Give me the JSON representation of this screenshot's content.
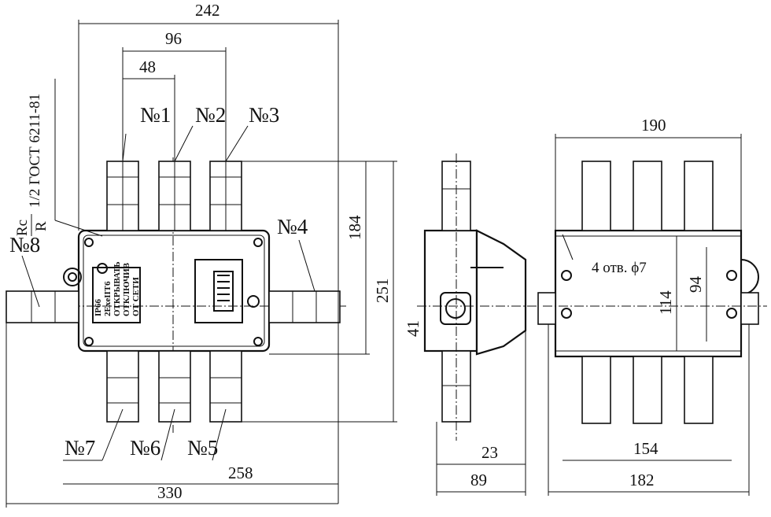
{
  "dimensions": {
    "d242": "242",
    "d96": "96",
    "d48": "48",
    "d184": "184",
    "d251": "251",
    "d41": "41",
    "d23": "23",
    "d89": "89",
    "d190": "190",
    "d114": "114",
    "d94": "94",
    "d154": "154",
    "d182": "182",
    "d258": "258",
    "d330": "330"
  },
  "labels": {
    "n1": "№1",
    "n2": "№2",
    "n3": "№3",
    "n4": "№4",
    "n5": "№5",
    "n6": "№6",
    "n7": "№7",
    "n8": "№8"
  },
  "thread": {
    "rc": "Rc",
    "r": "R",
    "spec": "1/2 ГОСТ 6211-81"
  },
  "plate": {
    "line1": "IP66",
    "line2": "2ExeIIT6",
    "line3": "ОТКРЫВАТЬ",
    "line4": "ОТКЛЮЧИВ",
    "line5": "ОТ СЕТИ"
  },
  "holes_note": "4 отв. ϕ7"
}
